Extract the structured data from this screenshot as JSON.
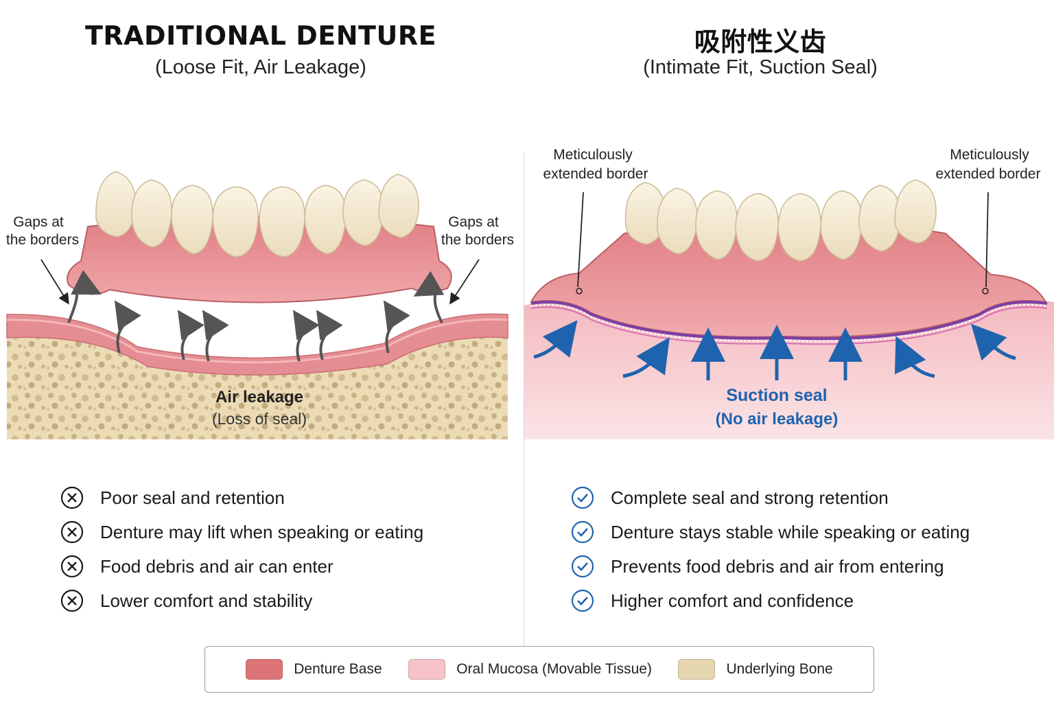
{
  "left_panel": {
    "title": "TRADITIONAL DENTURE",
    "subtitle": "(Loose Fit, Air Leakage)",
    "callout_left": [
      "Gaps at",
      "the borders"
    ],
    "callout_right": [
      "Gaps at",
      "the borders"
    ],
    "center_label": "Air leakage",
    "center_sublabel": "(Loss of seal)",
    "list": [
      "Poor seal and retention",
      "Denture may lift when speaking or eating",
      "Food debris and air can enter",
      "Lower comfort and stability"
    ],
    "list_icon": "x-circle-icon"
  },
  "right_panel": {
    "title": "吸附性义齿",
    "subtitle": "(Intimate Fit, Suction Seal)",
    "callout_left": [
      "Meticulously",
      "extended border"
    ],
    "callout_right": [
      "Meticulously",
      "extended border"
    ],
    "center_label": "Suction seal",
    "center_sublabel": "(No air leakage)",
    "list": [
      "Complete seal and strong retention",
      "Denture stays stable while speaking or eating",
      "Prevents food debris and air from entering",
      "Higher comfort and confidence"
    ],
    "list_icon": "check-circle-icon"
  },
  "legend": [
    {
      "label": "Denture Base",
      "color": "#dd7478"
    },
    {
      "label": "Oral Mucosa (Movable Tissue)",
      "color": "#f5c3c8"
    },
    {
      "label": "Underlying Bone",
      "color": "#e6d6b0"
    }
  ],
  "colors": {
    "accent_blue": "#1f63ae",
    "gum_pink": "#e7888d",
    "tooth": "#f5ecd7",
    "air_arrow": "#555555"
  }
}
